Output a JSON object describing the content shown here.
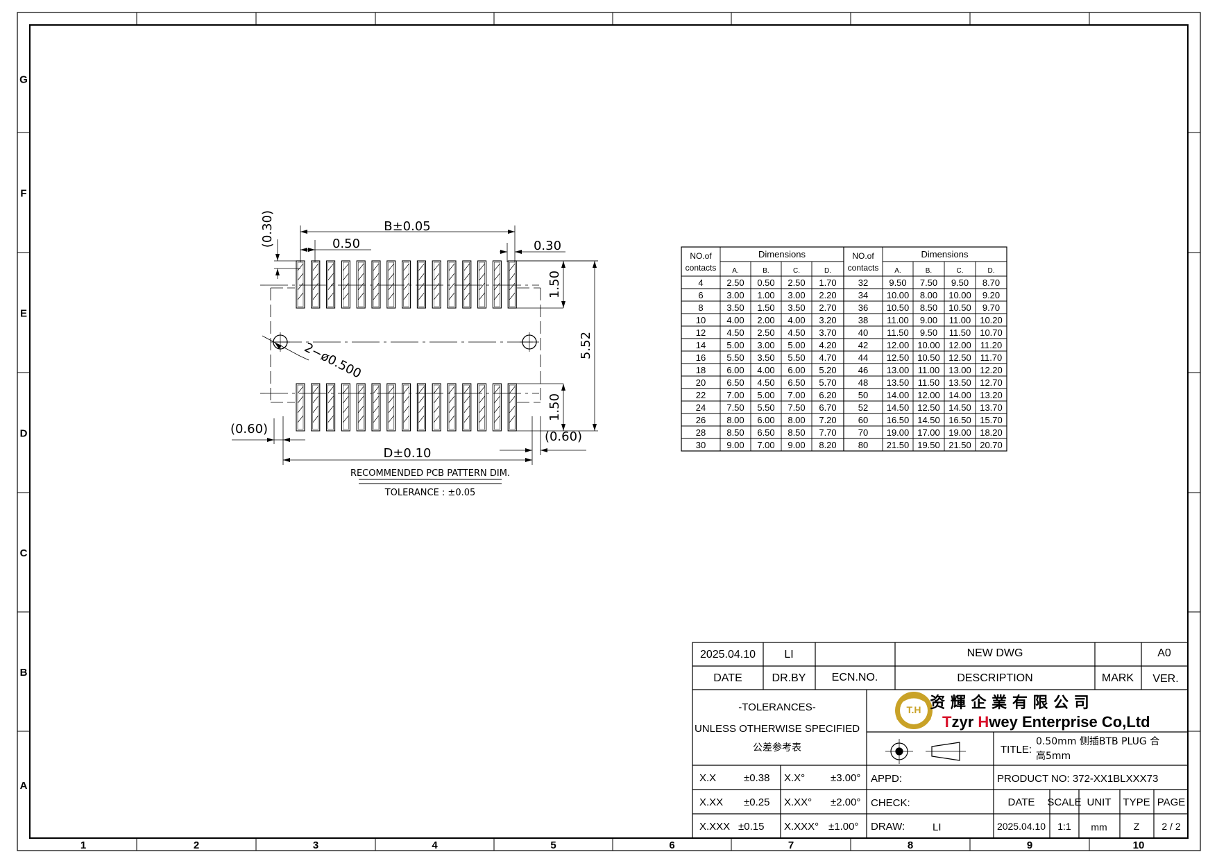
{
  "border": {
    "columns": [
      "1",
      "2",
      "3",
      "4",
      "5",
      "6",
      "7",
      "8",
      "9",
      "10"
    ],
    "rows": [
      "G",
      "F",
      "E",
      "D",
      "C",
      "B",
      "A"
    ]
  },
  "pcb": {
    "dim_b": "B±0.05",
    "dim_pitch": "0.50",
    "dim_030_top": "0.30",
    "dim_030_left": "(0.30)",
    "dim_150_top": "1.50",
    "dim_150_bottom": "1.50",
    "dim_552": "5.52",
    "dim_hole": "2−ø0.500",
    "dim_060_left": "(0.60)",
    "dim_060_right": "(0.60)",
    "dim_d": "D±0.10",
    "caption": "RECOMMENDED PCB PATTERN DIM.",
    "tolerance": "TOLERANCE : ±0.05"
  },
  "dimtable": {
    "h_contacts_1": "NO.of",
    "h_contacts_2": "contacts",
    "h_dimensions": "Dimensions",
    "cols": [
      "A.",
      "B.",
      "C.",
      "D."
    ],
    "left": [
      [
        "4",
        "2.50",
        "0.50",
        "2.50",
        "1.70"
      ],
      [
        "6",
        "3.00",
        "1.00",
        "3.00",
        "2.20"
      ],
      [
        "8",
        "3.50",
        "1.50",
        "3.50",
        "2.70"
      ],
      [
        "10",
        "4.00",
        "2.00",
        "4.00",
        "3.20"
      ],
      [
        "12",
        "4.50",
        "2.50",
        "4.50",
        "3.70"
      ],
      [
        "14",
        "5.00",
        "3.00",
        "5.00",
        "4.20"
      ],
      [
        "16",
        "5.50",
        "3.50",
        "5.50",
        "4.70"
      ],
      [
        "18",
        "6.00",
        "4.00",
        "6.00",
        "5.20"
      ],
      [
        "20",
        "6.50",
        "4.50",
        "6.50",
        "5.70"
      ],
      [
        "22",
        "7.00",
        "5.00",
        "7.00",
        "6.20"
      ],
      [
        "24",
        "7.50",
        "5.50",
        "7.50",
        "6.70"
      ],
      [
        "26",
        "8.00",
        "6.00",
        "8.00",
        "7.20"
      ],
      [
        "28",
        "8.50",
        "6.50",
        "8.50",
        "7.70"
      ],
      [
        "30",
        "9.00",
        "7.00",
        "9.00",
        "8.20"
      ]
    ],
    "right": [
      [
        "32",
        "9.50",
        "7.50",
        "9.50",
        "8.70"
      ],
      [
        "34",
        "10.00",
        "8.00",
        "10.00",
        "9.20"
      ],
      [
        "36",
        "10.50",
        "8.50",
        "10.50",
        "9.70"
      ],
      [
        "38",
        "11.00",
        "9.00",
        "11.00",
        "10.20"
      ],
      [
        "40",
        "11.50",
        "9.50",
        "11.50",
        "10.70"
      ],
      [
        "42",
        "12.00",
        "10.00",
        "12.00",
        "11.20"
      ],
      [
        "44",
        "12.50",
        "10.50",
        "12.50",
        "11.70"
      ],
      [
        "46",
        "13.00",
        "11.00",
        "13.00",
        "12.20"
      ],
      [
        "48",
        "13.50",
        "11.50",
        "13.50",
        "12.70"
      ],
      [
        "50",
        "14.00",
        "12.00",
        "14.00",
        "13.20"
      ],
      [
        "52",
        "14.50",
        "12.50",
        "14.50",
        "13.70"
      ],
      [
        "60",
        "16.50",
        "14.50",
        "16.50",
        "15.70"
      ],
      [
        "70",
        "19.00",
        "17.00",
        "19.00",
        "18.20"
      ],
      [
        "80",
        "21.50",
        "19.50",
        "21.50",
        "20.70"
      ]
    ]
  },
  "titleblock": {
    "rev_date": "2025.04.10",
    "rev_drby": "LI",
    "rev_ecn": "",
    "rev_desc": "NEW DWG",
    "rev_mark": "",
    "rev_ver": "A0",
    "h_date": "DATE",
    "h_drby": "DR.BY",
    "h_ecn": "ECN.NO.",
    "h_desc": "DESCRIPTION",
    "h_mark": "MARK",
    "h_ver": "VER.",
    "tol_title": "-TOLERANCES-",
    "tol_unless": "UNLESS OTHERWISE SPECIFIED",
    "tol_cn": "公差参考表",
    "logo_text": "T.H",
    "company_cn": "资 輝 企 業 有 限 公 司",
    "company_en_1": "T",
    "company_en_2": "zyr ",
    "company_en_3": "H",
    "company_en_4": "wey Enterprise Co,Ltd",
    "title_label": "TITLE:",
    "title_line1": "0.50mm  侧插BTB  PLUG 合",
    "title_line2": "高5mm",
    "tol_rows": [
      [
        "X.X",
        "±0.38",
        "X.X°",
        "±3.00°"
      ],
      [
        "X.XX",
        "±0.25",
        "X.XX°",
        "±2.00°"
      ],
      [
        "X.XXX",
        "±0.15",
        "X.XXX°",
        "±1.00°"
      ]
    ],
    "appd": "APPD:",
    "check": "CHECK:",
    "draw": "DRAW:",
    "drawer": "LI",
    "product_no": "PRODUCT NO: 372-XX1BLXXX73",
    "h_bdate": "DATE",
    "h_scale": "SCALE",
    "h_unit": "UNIT",
    "h_type": "TYPE",
    "h_page": "PAGE",
    "v_bdate": "2025.04.10",
    "v_scale": "1:1",
    "v_unit": "mm",
    "v_type": "Z",
    "v_page": "2 / 2"
  },
  "colors": {
    "ink": "#000000",
    "logo_gold": "#c9a227",
    "logo_red": "#d8102a"
  }
}
